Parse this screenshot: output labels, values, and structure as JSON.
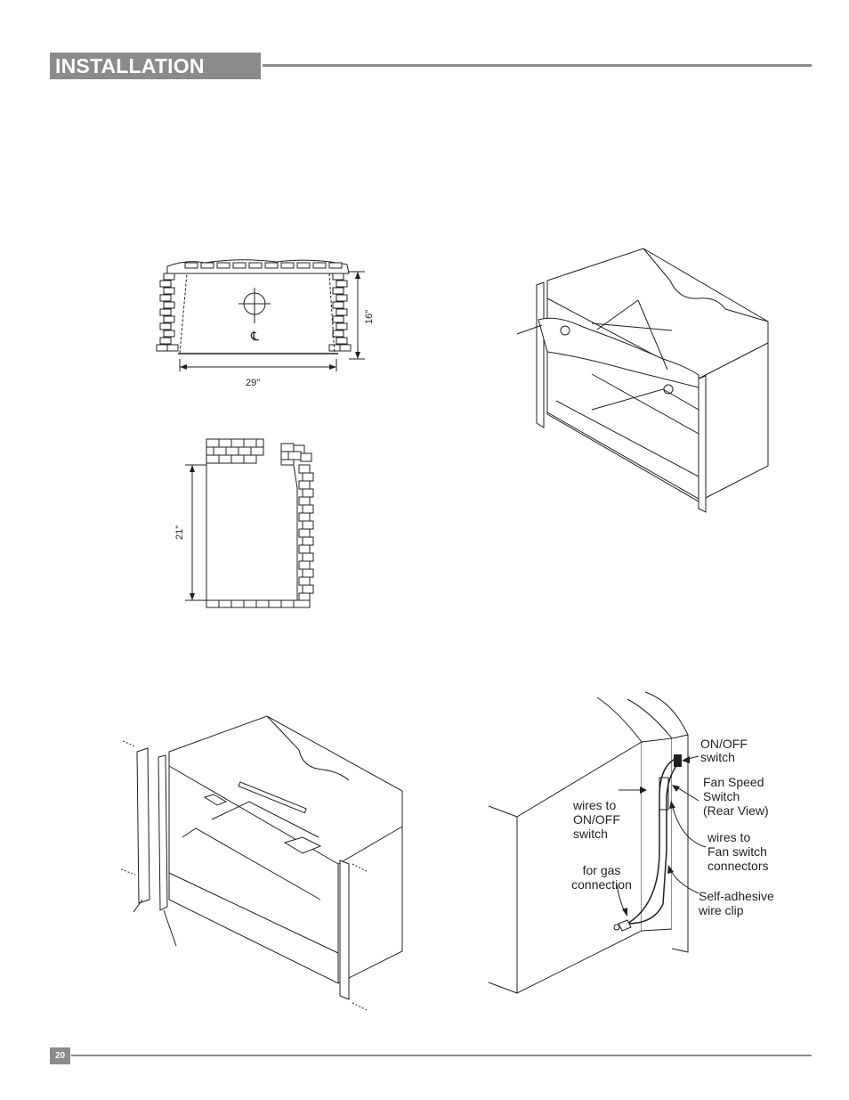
{
  "header": {
    "title": "INSTALLATION"
  },
  "footer": {
    "page_number": "20"
  },
  "figure_opening": {
    "width_label": "29\"",
    "height_label": "16\"",
    "centerline_symbol": "℄"
  },
  "figure_side": {
    "depth_label": "21\""
  },
  "figure_wiring": {
    "label_onoff": [
      "ON/OFF",
      "switch"
    ],
    "label_fan_speed": [
      "Fan Speed",
      "Switch",
      "(Rear View)"
    ],
    "label_wires_onoff": [
      "wires to",
      "ON/OFF",
      "switch"
    ],
    "label_wires_fan": [
      "wires to",
      "Fan switch",
      "connectors"
    ],
    "label_gas": [
      "for gas",
      "connection"
    ],
    "label_clip": [
      "Self-adhesive",
      "wire clip"
    ]
  }
}
